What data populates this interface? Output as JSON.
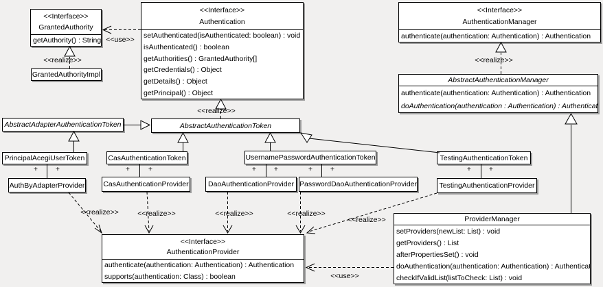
{
  "labels": {
    "realize": "<<realize>>",
    "use": "<<use>>",
    "plus": "+"
  },
  "classes": {
    "granted_authority": {
      "stereotype": "<<Interface>>",
      "name": "GrantedAuthority",
      "methods": [
        "getAuthority() : String"
      ]
    },
    "granted_authority_impl": {
      "name": "GrantedAuthorityImpl"
    },
    "authentication": {
      "stereotype": "<<Interface>>",
      "name": "Authentication",
      "methods": [
        "setAuthenticated(isAuthenticated: boolean) : void",
        "isAuthenticated() : boolean",
        "getAuthorities() : GrantedAuthority[]",
        "getCredentials() : Object",
        "getDetails() : Object",
        "getPrincipal() : Object"
      ]
    },
    "authentication_manager": {
      "stereotype": "<<Interface>>",
      "name": "AuthenticationManager",
      "methods": [
        "authenticate(authentication: Authentication) : Authentication"
      ]
    },
    "abstract_authentication_manager": {
      "name": "AbstractAuthenticationManager",
      "methods": [
        "authenticate(authentication: Authentication) : Authentication",
        "doAuthentication(authentication : Authentication) : Authentication"
      ]
    },
    "abstract_adapter_authentication_token": {
      "name": "AbstractAdapterAuthenticationToken"
    },
    "abstract_authentication_token": {
      "name": "AbstractAuthenticationToken"
    },
    "principal_acegi_user_token": {
      "name": "PrincipalAcegiUserToken"
    },
    "auth_by_adapter_provider": {
      "name": "AuthByAdapterProvider"
    },
    "cas_authentication_token": {
      "name": "CasAuthenticationToken"
    },
    "cas_authentication_provider": {
      "name": "CasAuthenticationProvider"
    },
    "username_password_authentication_token": {
      "name": "UsernamePasswordAuthenticationToken"
    },
    "dao_authentication_provider": {
      "name": "DaoAuthenticationProvider"
    },
    "password_dao_authentication_provider": {
      "name": "PasswordDaoAuthenticationProvider"
    },
    "testing_authentication_token": {
      "name": "TestingAuthenticationToken"
    },
    "testing_authentication_provider": {
      "name": "TestingAuthenticationProvider"
    },
    "provider_manager": {
      "name": "ProviderManager",
      "methods": [
        "setProviders(newList: List) : void",
        "getProviders() : List",
        "afterPropertiesSet() : void",
        "doAuthentication(authentication: Authentication) : Authentication",
        "checkIfValidList(listToCheck: List) : void"
      ]
    },
    "authentication_provider": {
      "stereotype": "<<Interface>>",
      "name": "AuthenticationProvider",
      "methods": [
        "authenticate(authentication: Authentication) : Authentication",
        "supports(authentication: Class) : boolean"
      ]
    }
  },
  "colors": {
    "background": "#f1f0ef",
    "box_fill": "#ffffff",
    "line": "#000000",
    "shadow": "#9c9c9c"
  }
}
